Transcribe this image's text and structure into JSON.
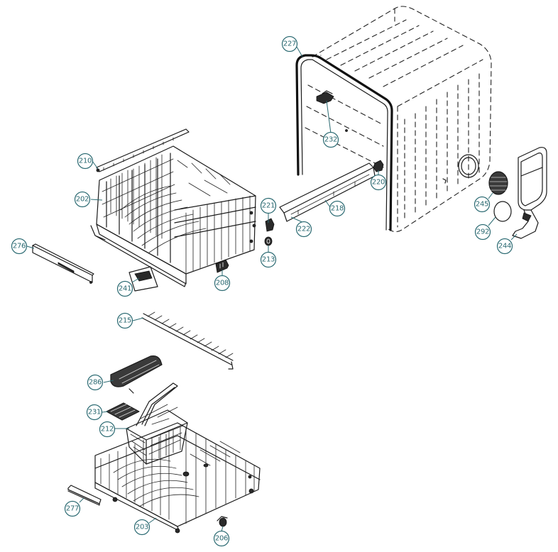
{
  "labels": [
    {
      "id": "227",
      "text": "227"
    },
    {
      "id": "232",
      "text": "232"
    },
    {
      "id": "220",
      "text": "220"
    },
    {
      "id": "218",
      "text": "218"
    },
    {
      "id": "222",
      "text": "222"
    },
    {
      "id": "221",
      "text": "221"
    },
    {
      "id": "213",
      "text": "213"
    },
    {
      "id": "245",
      "text": "245"
    },
    {
      "id": "292",
      "text": "292"
    },
    {
      "id": "244",
      "text": "244"
    },
    {
      "id": "210",
      "text": "210"
    },
    {
      "id": "202",
      "text": "202"
    },
    {
      "id": "276",
      "text": "276"
    },
    {
      "id": "241",
      "text": "241"
    },
    {
      "id": "208",
      "text": "208"
    },
    {
      "id": "215",
      "text": "215"
    },
    {
      "id": "286",
      "text": "286"
    },
    {
      "id": "231",
      "text": "231"
    },
    {
      "id": "212",
      "text": "212"
    },
    {
      "id": "277",
      "text": "277"
    },
    {
      "id": "203",
      "text": "203"
    },
    {
      "id": "206",
      "text": "206"
    }
  ],
  "colors": {
    "callout": "#2b6a72",
    "line": "#1a1a1a",
    "background": "#ffffff"
  }
}
